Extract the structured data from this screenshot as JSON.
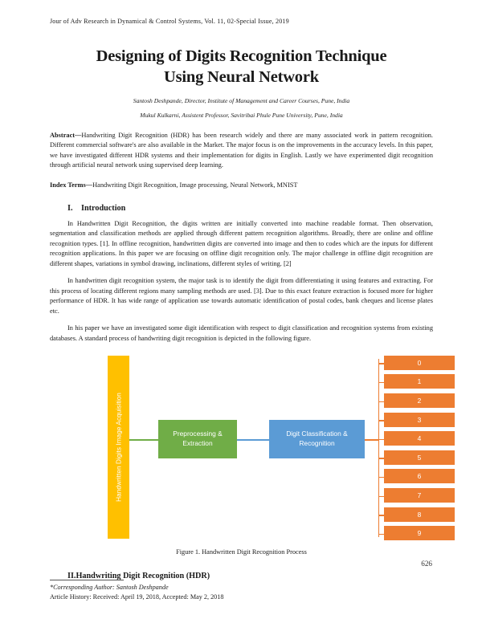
{
  "running_head": "Jour of Adv Research in Dynamical & Control Systems, Vol. 11, 02-Special Issue, 2019",
  "title": {
    "line1": "Designing of Digits Recognition Technique",
    "line2": "Using Neural Network"
  },
  "authors": [
    "Santosh Deshpande, Director, Institute of Management and Career Courses, Pune, India",
    "Mukul Kulkarni, Assistent Professor, Savitribai Phule Pune University, Pune, India"
  ],
  "abstract": {
    "label": "Abstract—",
    "text": "Handwriting Digit Recognition (HDR) has been research widely and there are many associated work in pattern recognition. Different commercial software's are also available in the Market. The major focus is on the improvements in the accuracy levels. In this paper, we have investigated different HDR systems and their implementation for digits in English. Lastly we have experimented digit recognition through artificial neural network using supervised deep learning."
  },
  "index_terms": {
    "label": "Index Terms—",
    "text": "Handwriting Digit Recognition, Image processing, Neural Network, MNIST"
  },
  "sections": {
    "intro": {
      "numeral": "I.",
      "title": "Introduction",
      "paragraphs": [
        "In Handwritten Digit Recognition, the digits written are initially converted into machine readable format. Then observation, segmentation and classification methods are applied through different pattern recognition algorithms. Broadly, there are online and offline recognition types. [1]. In offline recognition, handwritten digits are converted into image and then to codes which are the inputs for different recognition applications. In this paper we are focusing on offline digit recognition only. The major challenge in offline digit recognition are different shapes, variations in symbol drawing, inclinations, different styles of writing. [2]",
        "In handwritten digit recognition system, the major task is to identify the digit from differentiating it using features and extracting. For this process of locating different regions many sampling methods are used. [3]. Due to this exact feature extraction is focused more for higher performance of HDR. It has wide range of application use towards automatic identification of postal codes, bank cheques and license plates etc.",
        "In his paper we have an investigated some digit identification with respect to digit classification and recognition systems from existing databases. A standard process of handwriting digit recognition is depicted in the following figure."
      ]
    },
    "hdr": {
      "numeral": "II.",
      "title": "Handwriting Digit Recognition (HDR)"
    }
  },
  "figure": {
    "caption": "Figure 1. Handwritten Digit Recognition Process",
    "acquisition_label": "Handwritten Digits Image Acquisition",
    "preprocessing_label": "Preprocessing & Extraction",
    "classification_label": "Digit Classification & Recognition",
    "digits": [
      "0",
      "1",
      "2",
      "3",
      "4",
      "5",
      "6",
      "7",
      "8",
      "9"
    ],
    "colors": {
      "acquisition": "#FFC000",
      "preprocessing": "#70AD47",
      "classification": "#5B9BD5",
      "digits": "#ED7D31"
    }
  },
  "page_number": "626",
  "footnote": {
    "corresponding": "*Corresponding Author: Santosh Deshpande",
    "history": "Article History: Received: April 19, 2018, Accepted: May 2, 2018"
  }
}
